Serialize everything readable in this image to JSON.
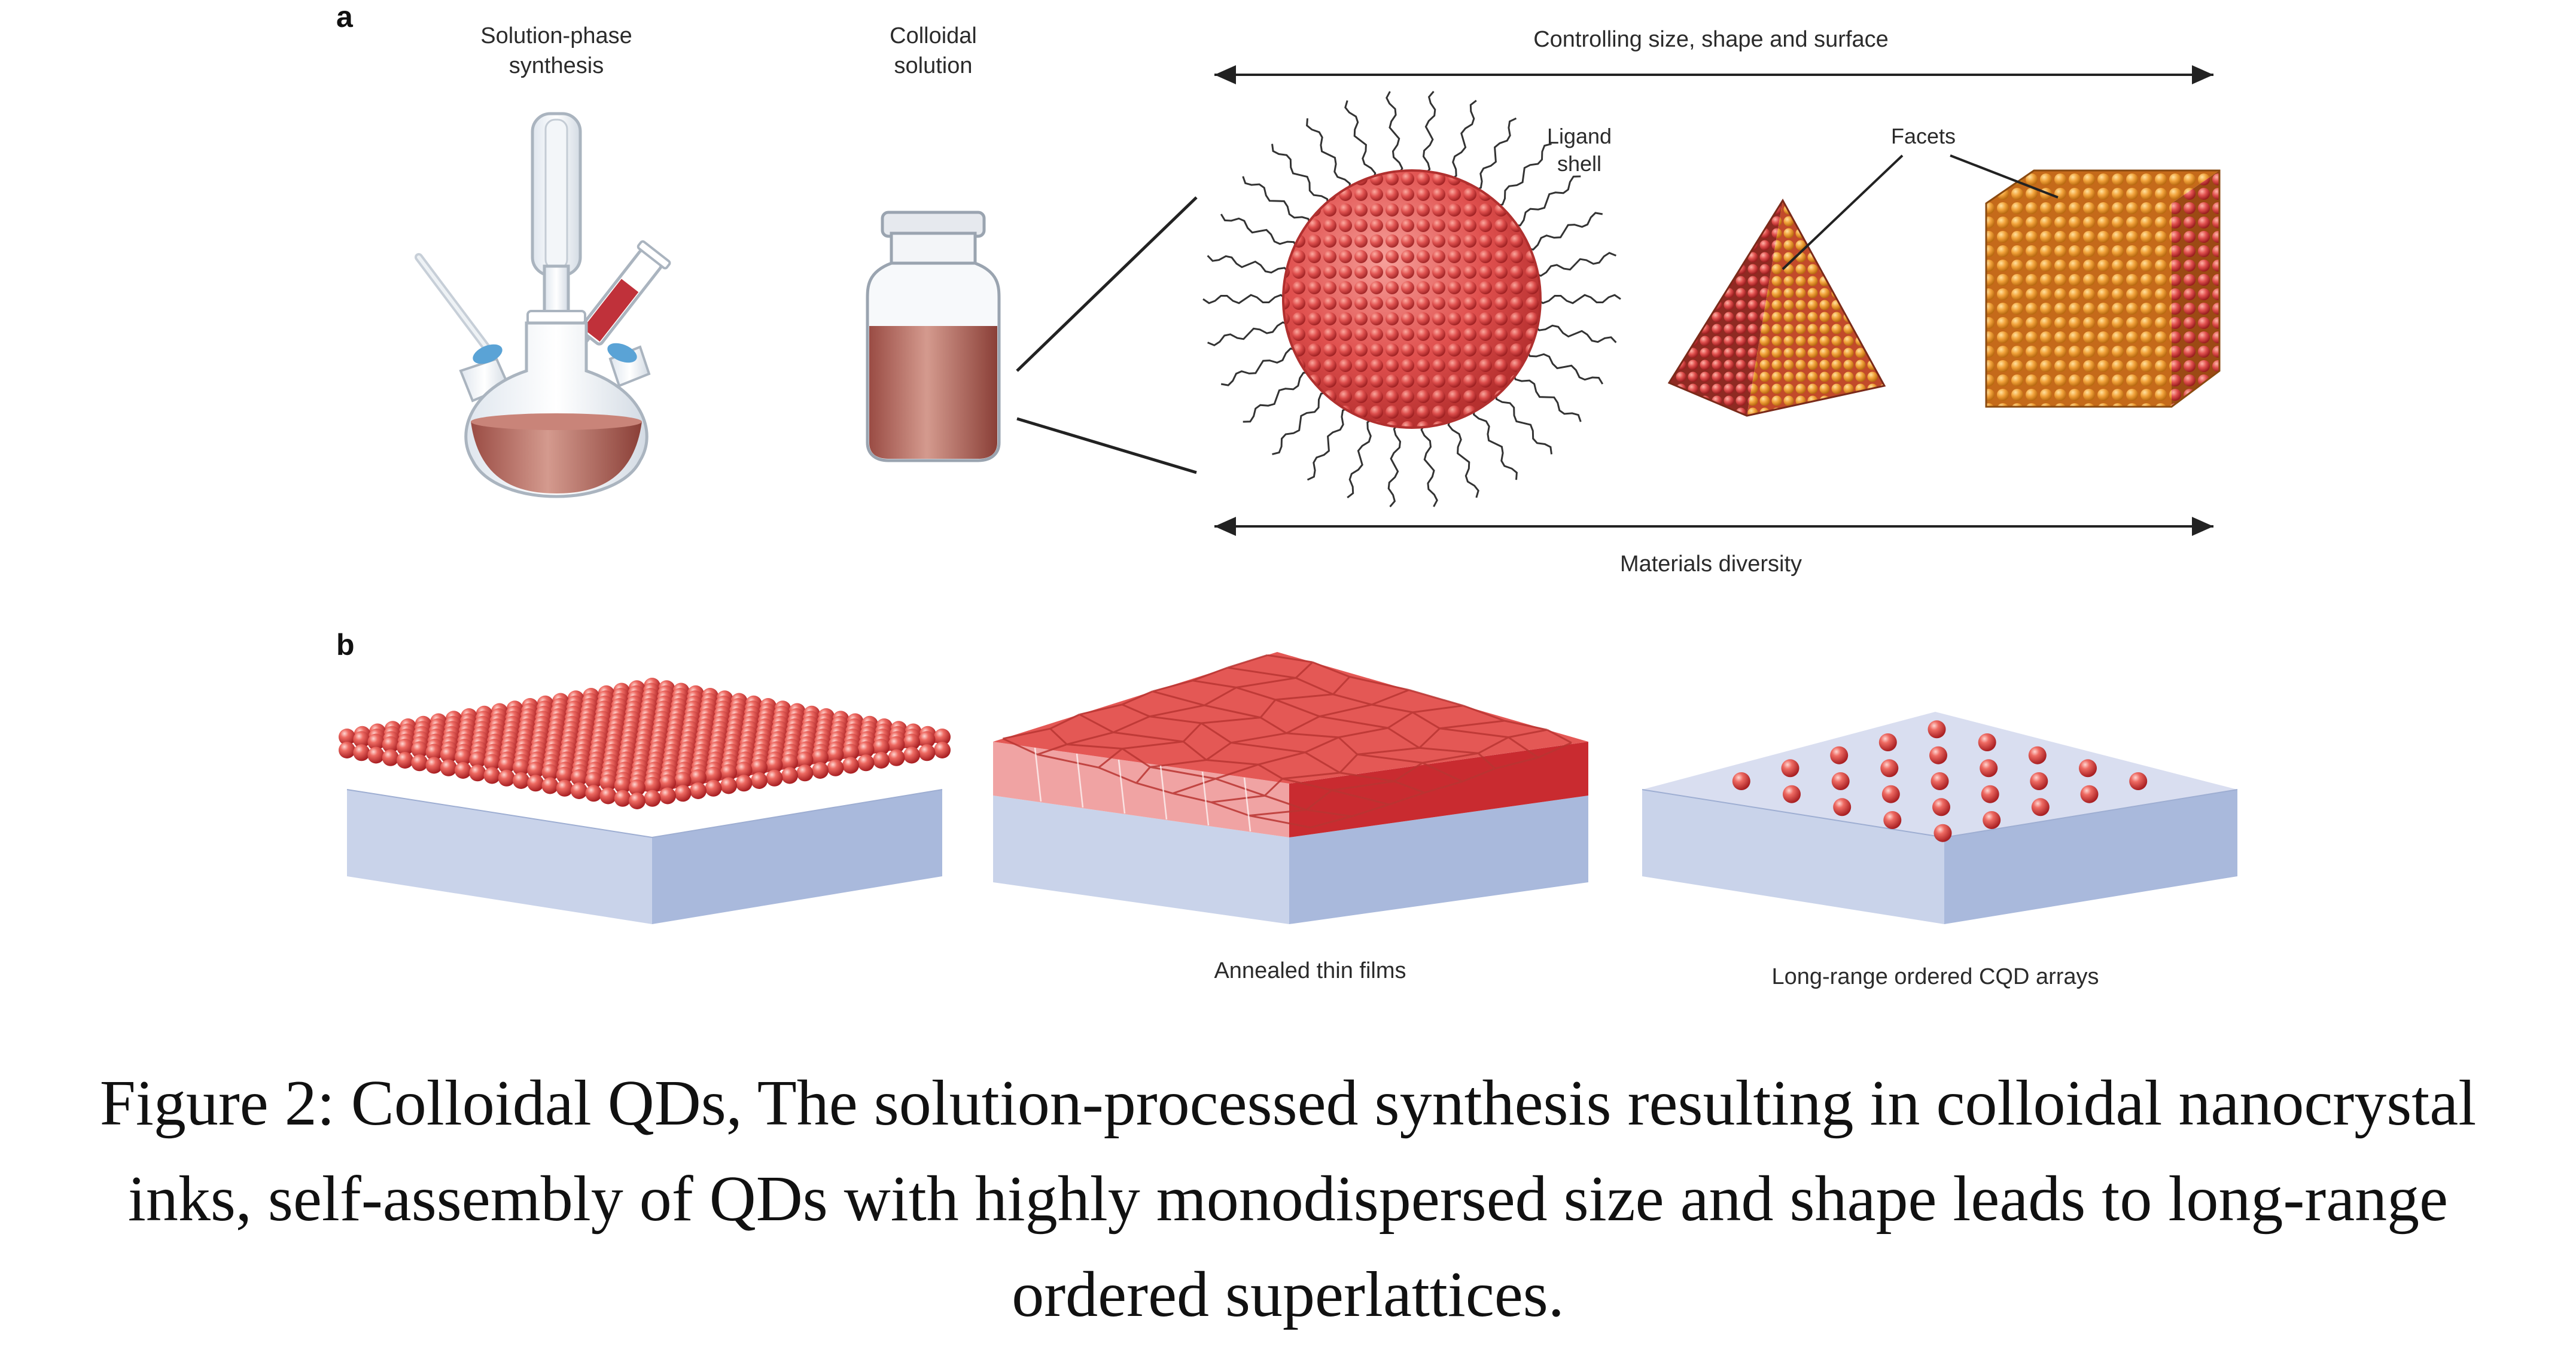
{
  "panel_a": {
    "label": "a",
    "synthesis_label_1": "Solution-phase",
    "synthesis_label_2": "synthesis",
    "colloid_label_1": "Colloidal",
    "colloid_label_2": "solution",
    "top_arrow_label": "Controlling size, shape and surface",
    "ligand_label_1": "Ligand",
    "ligand_label_2": "shell",
    "facets_label": "Facets",
    "bottom_arrow_label": "Materials diversity"
  },
  "panel_b": {
    "label": "b",
    "film_label": "Annealed thin films",
    "array_label": "Long-range ordered CQD arrays"
  },
  "caption": {
    "line1": "Figure 2: Colloidal QDs, The solution-processed synthesis resulting in colloidal nanocrystal",
    "line2": "inks, self-assembly of QDs with highly monodispersed size and shape leads to long-range",
    "line3": "ordered superlattices."
  },
  "colors": {
    "qd_red": "#e0504e",
    "liquid": "#b5665a",
    "substrate_top": "#c9d3ea",
    "substrate_side": "#a9b9dc",
    "atom_orange": "#f1a23a"
  }
}
